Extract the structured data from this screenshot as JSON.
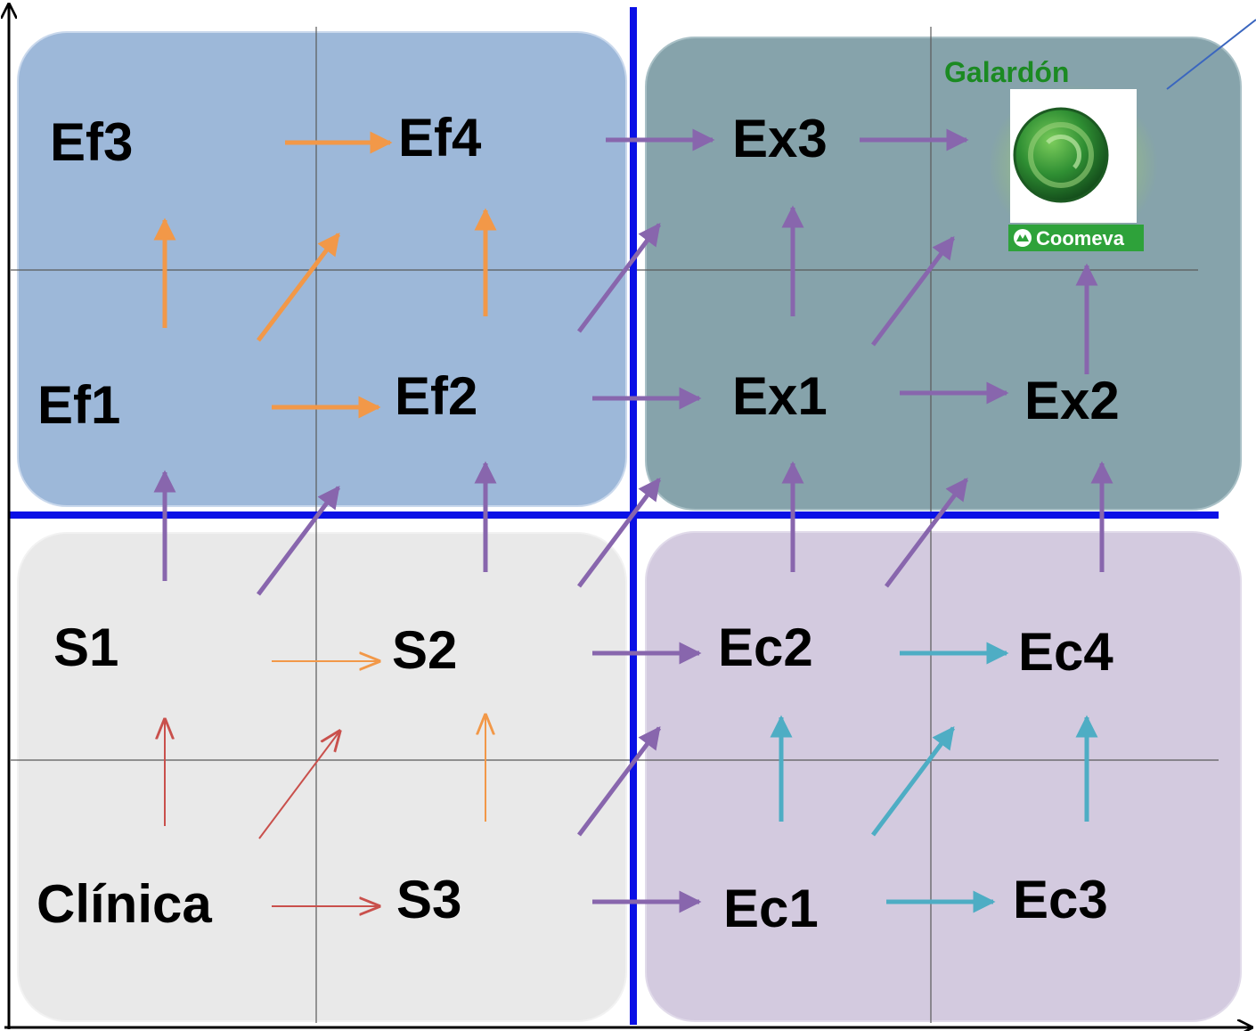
{
  "diagram": {
    "nodes": {
      "ef3": "Ef3",
      "ef4": "Ef4",
      "ef1": "Ef1",
      "ef2": "Ef2",
      "ex3": "Ex3",
      "ex1": "Ex1",
      "ex2": "Ex2",
      "s1": "S1",
      "s2": "S2",
      "clinica": "Clínica",
      "s3": "S3",
      "ec2": "Ec2",
      "ec4": "Ec4",
      "ec1": "Ec1",
      "ec3": "Ec3"
    },
    "award": {
      "title": "Galardón",
      "brand": "Coomeva"
    },
    "colors": {
      "quadrant_efficiency": "#9db8d9",
      "quadrant_excellence": "#86a3ab",
      "quadrant_start": "#e9e9e9",
      "quadrant_economy": "#d3cadf",
      "axis_divider": "#0a10e6",
      "arrow_orange": "#f29848",
      "arrow_purple": "#8866ad",
      "arrow_teal": "#4eadc4",
      "arrow_red": "#c9504c",
      "award_green": "#1b8a22"
    }
  }
}
